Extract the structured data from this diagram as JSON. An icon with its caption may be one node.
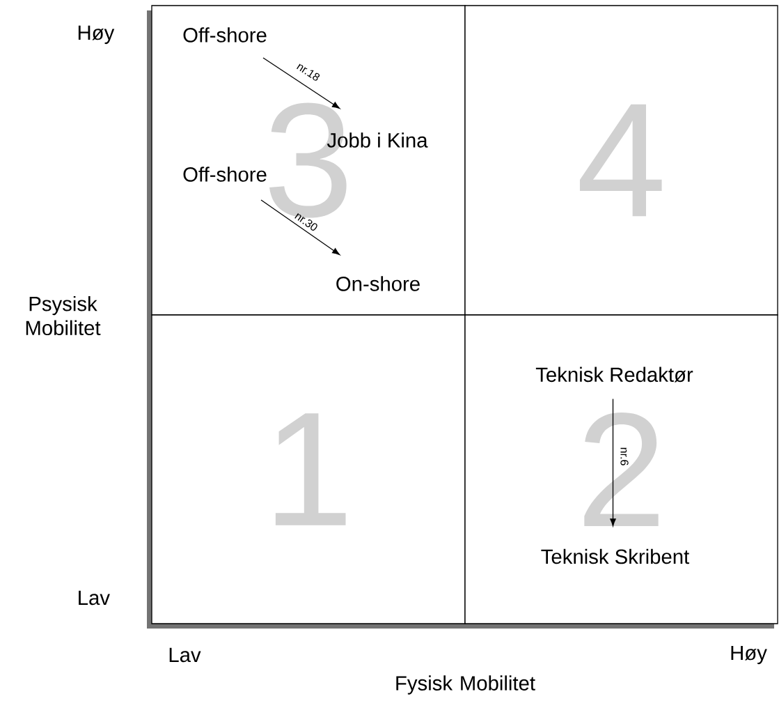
{
  "diagram": {
    "nodes": [
      {
        "text": [
          "3"
        ]
      },
      {
        "text": [
          "Off-shore"
        ],
        "in": 0
      },
      {
        "text": [
          "Jobb i Kina"
        ],
        "in": 0
      },
      {
        "text": [
          "Off-shore"
        ],
        "in": 0
      },
      {
        "text": [
          "On-shore"
        ],
        "in": 0
      },
      {
        "text": [
          "4"
        ]
      },
      {
        "text": [
          "1"
        ]
      },
      {
        "text": [
          "2"
        ]
      },
      {
        "text": [
          "Teknisk Redaktør"
        ],
        "in": 7
      },
      {
        "text": [
          "Teknisk Skribent"
        ],
        "in": 7
      }
    ],
    "edges": [
      {
        "from": 1,
        "to": 2,
        "arrow": "to",
        "label": "nr.18"
      },
      {
        "from": 3,
        "to": 4,
        "arrow": "to",
        "label": "nr.30"
      },
      {
        "from": 8,
        "to": 9,
        "arrow": "to",
        "label": "nr.6"
      }
    ],
    "labels": [
      "Høy",
      "Psysisk Mobilitet",
      "Lav",
      "Lav",
      "Høy",
      "Fysisk Mobilitet"
    ]
  }
}
